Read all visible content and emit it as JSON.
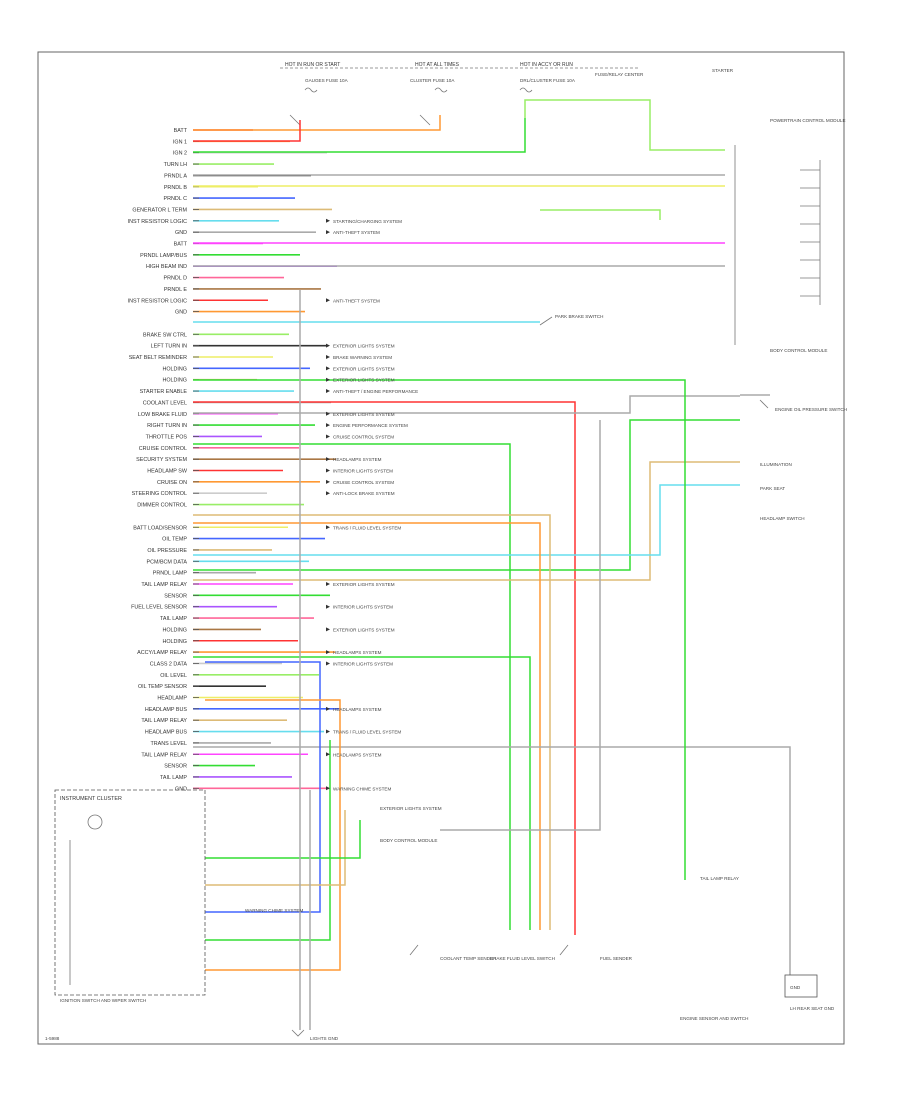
{
  "header": {
    "top_labels": [
      "HOT IN RUN OR START",
      "HOT AT ALL TIMES",
      "HOT IN ACCY OR RUN"
    ],
    "fuse_labels": [
      "GAUGES FUSE 10A",
      "CLUSTER FUSE 10A",
      "DRL/CLUSTER FUSE 10A"
    ],
    "right_note": "FUSE/RELAY CENTER"
  },
  "left_pins": [
    "BATT",
    "IGN 1",
    "IGN 2",
    "TURN LH",
    "PRNDL A",
    "PRNDL B",
    "PRNDL C",
    "GENERATOR L TERM",
    "INST RESISTOR LOGIC",
    "GND",
    "BATT",
    "PRNDL LAMP/BUS",
    "HIGH BEAM IND",
    "PRNDL D",
    "PRNDL E",
    "INST RESISTOR LOGIC",
    "GND",
    "",
    "BRAKE SW CTRL",
    "LEFT TURN IN",
    "SEAT BELT REMINDER",
    "HOLDING",
    "HOLDING",
    "STARTER ENABLE",
    "COOLANT LEVEL",
    "LOW BRAKE FLUID",
    "RIGHT TURN IN",
    "THROTTLE POS",
    "CRUISE CONTROL",
    "SECURITY SYSTEM",
    "HEADLAMP SW",
    "CRUISE ON",
    "STEERING CONTROL",
    "DIMMER CONTROL",
    "",
    "BATT LOAD/SENSOR",
    "OIL TEMP",
    "OIL PRESSURE",
    "PCM/BCM DATA",
    "PRNDL LAMP",
    "TAIL LAMP RELAY",
    "SENSOR",
    "FUEL LEVEL SENSOR",
    "TAIL LAMP",
    "HOLDING",
    "HOLDING",
    "ACCY/LAMP RELAY",
    "CLASS 2 DATA",
    "OIL LEVEL",
    "OIL TEMP SENSOR",
    "HEADLAMP",
    "HEADLAMP BUS",
    "TAIL LAMP RELAY",
    "HEADLAMP BUS",
    "TRANS LEVEL",
    "TAIL LAMP RELAY",
    "SENSOR",
    "TAIL LAMP",
    "GND"
  ],
  "system_notes": [
    "STARTING/CHARGING SYSTEM",
    "ANTI-THEFT SYSTEM",
    "ANTI-THEFT SYSTEM",
    "EXTERIOR LIGHTS SYSTEM",
    "BRAKE WARNING SYSTEM",
    "EXTERIOR LIGHTS SYSTEM",
    "EXTERIOR LIGHTS SYSTEM",
    "ANTI-THEFT / ENGINE PERFORMANCE",
    "EXTERIOR LIGHTS SYSTEM",
    "ENGINE PERFORMANCE SYSTEM",
    "CRUISE CONTROL SYSTEM",
    "HEADLAMPS SYSTEM",
    "INTERIOR LIGHTS SYSTEM",
    "CRUISE CONTROL SYSTEM",
    "ANTI-LOCK BRAKE SYSTEM",
    "TRANS / FLUID LEVEL SYSTEM",
    "EXTERIOR LIGHTS SYSTEM",
    "INTERIOR LIGHTS SYSTEM",
    "EXTERIOR LIGHTS SYSTEM",
    "HEADLAMPS SYSTEM",
    "INTERIOR LIGHTS SYSTEM",
    "HEADLAMPS SYSTEM",
    "TRANS / FLUID LEVEL SYSTEM",
    "HEADLAMPS SYSTEM",
    "WARNING CHIME SYSTEM"
  ],
  "components": {
    "instrument_cluster": "INSTRUMENT CLUSTER",
    "pcm": "POWERTRAIN CONTROL MODULE",
    "body_module": "BODY CONTROL MODULE",
    "park_brake": "PARK BRAKE SWITCH",
    "engine_oil_switch": "ENGINE OIL PRESSURE SWITCH",
    "illumination": "ILLUMINATION",
    "park_seat": "PARK SEAT",
    "headlamp_switch": "HEADLAMP SWITCH",
    "starter": "STARTER",
    "cluster_gnd": "LH REAR SEAT GND",
    "coolant_sw": "COOLANT TEMP SENDER",
    "brake_fluid": "BRAKE FLUID LEVEL SWITCH",
    "fuel_sender": "FUEL SENDER",
    "tail_relay": "TAIL LAMP RELAY",
    "gnd_caption": "GND",
    "starter_sw": "ENGINE SENSOR AND SWITCH"
  },
  "bottom_labels": [
    "EXTERIOR LIGHTS SYSTEM",
    "BODY CONTROL MODULE",
    "WARNING CHIME SYSTEM",
    "LIGHTS GND"
  ],
  "bottom_left": "IGNITION SWITCH AND WIPER SWITCH",
  "footer": "1-5988",
  "colors": {
    "red": "#ff3333",
    "pink": "#ff6699",
    "green": "#33dd33",
    "lightgreen": "#99ee66",
    "orange": "#ff9933",
    "tan": "#ddbb77",
    "yellow": "#eeee66",
    "blue": "#4466ff",
    "violet": "#aa55ff",
    "cyan": "#66ddee",
    "magenta": "#ff44ff",
    "gray": "#aaaaaa",
    "brown": "#aa7744",
    "black": "#333333",
    "white": "#cccccc"
  }
}
